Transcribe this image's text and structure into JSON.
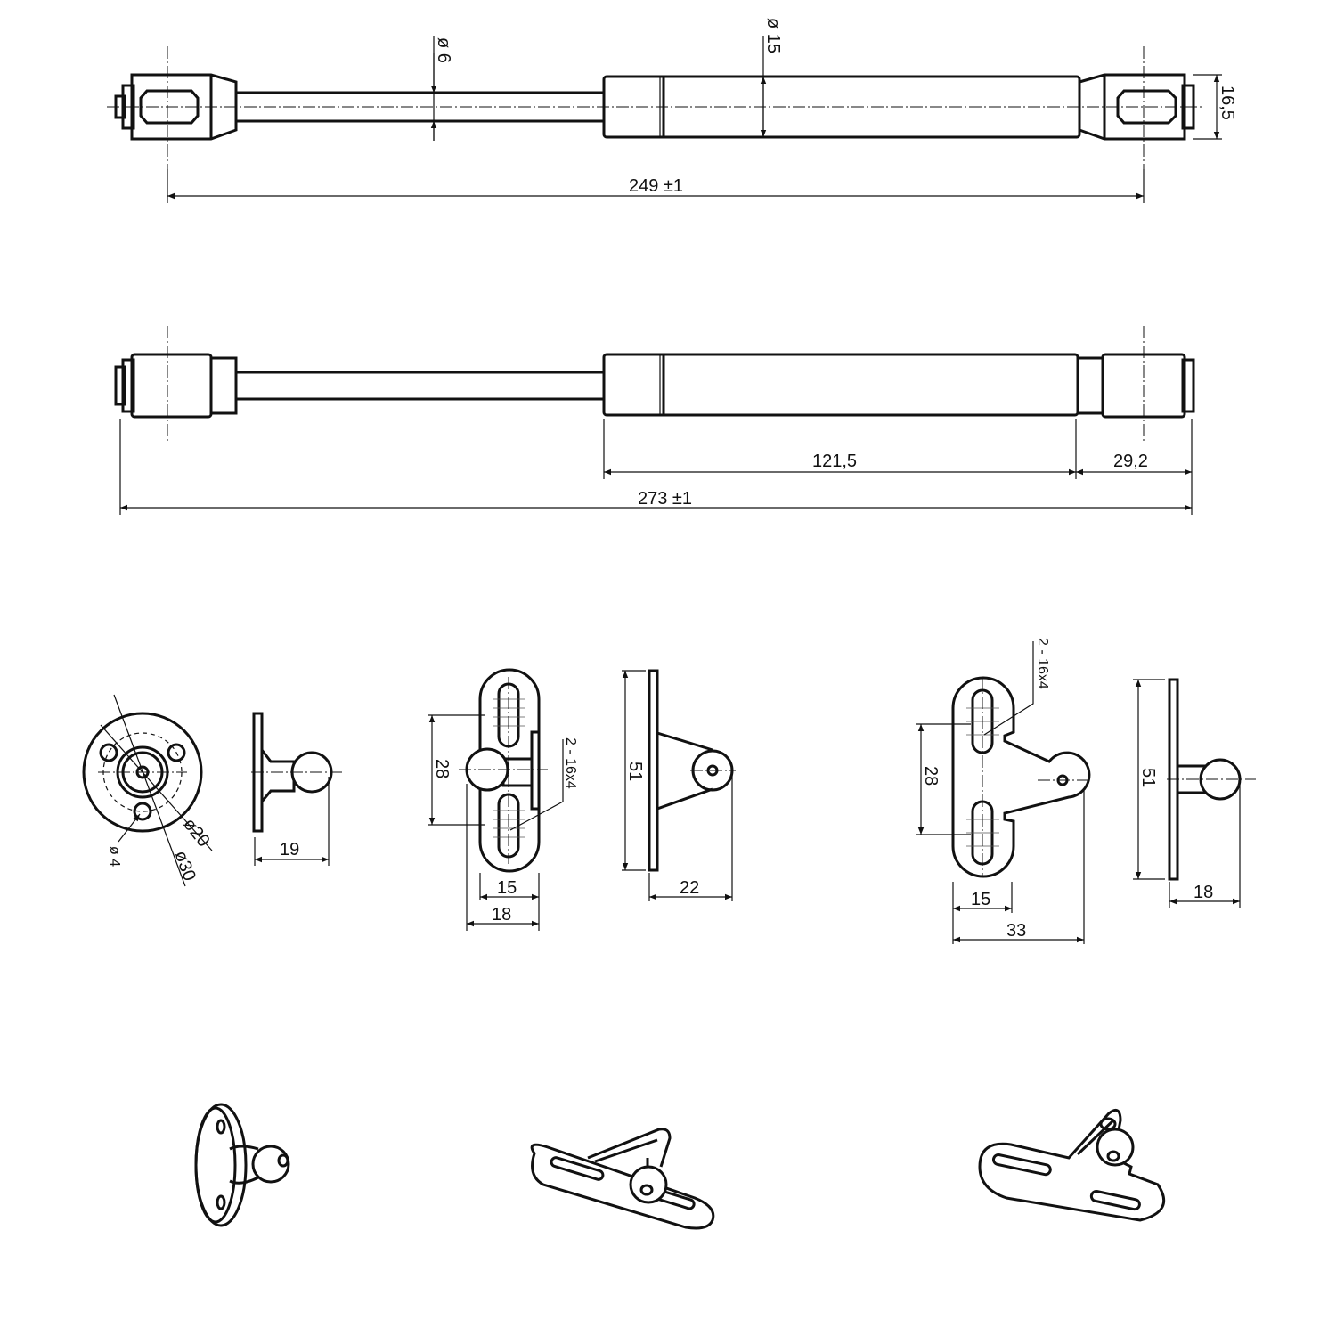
{
  "drawing": {
    "strut_top": {
      "rod_diameter": "ø 6",
      "cylinder_diameter": "ø 15",
      "end_height": "16,5",
      "center_length": "249  ±1"
    },
    "strut_bottom": {
      "cylinder_length": "121,5",
      "end_length": "29,2",
      "total_length": "273 ±1"
    },
    "round_bracket": {
      "hole_diameter": "ø 4",
      "bolt_circle": "ø20",
      "outer_diameter": "ø30",
      "depth": "19"
    },
    "straight_bracket": {
      "slot_spacing": "28",
      "slots": "2 - 16x4",
      "inner_width": "15",
      "outer_width": "18",
      "height": "51",
      "depth": "22"
    },
    "angled_bracket": {
      "slots": "2 - 16x4",
      "slot_spacing": "28",
      "inner_width": "15",
      "total_width": "33",
      "height": "51",
      "depth": "18"
    }
  }
}
